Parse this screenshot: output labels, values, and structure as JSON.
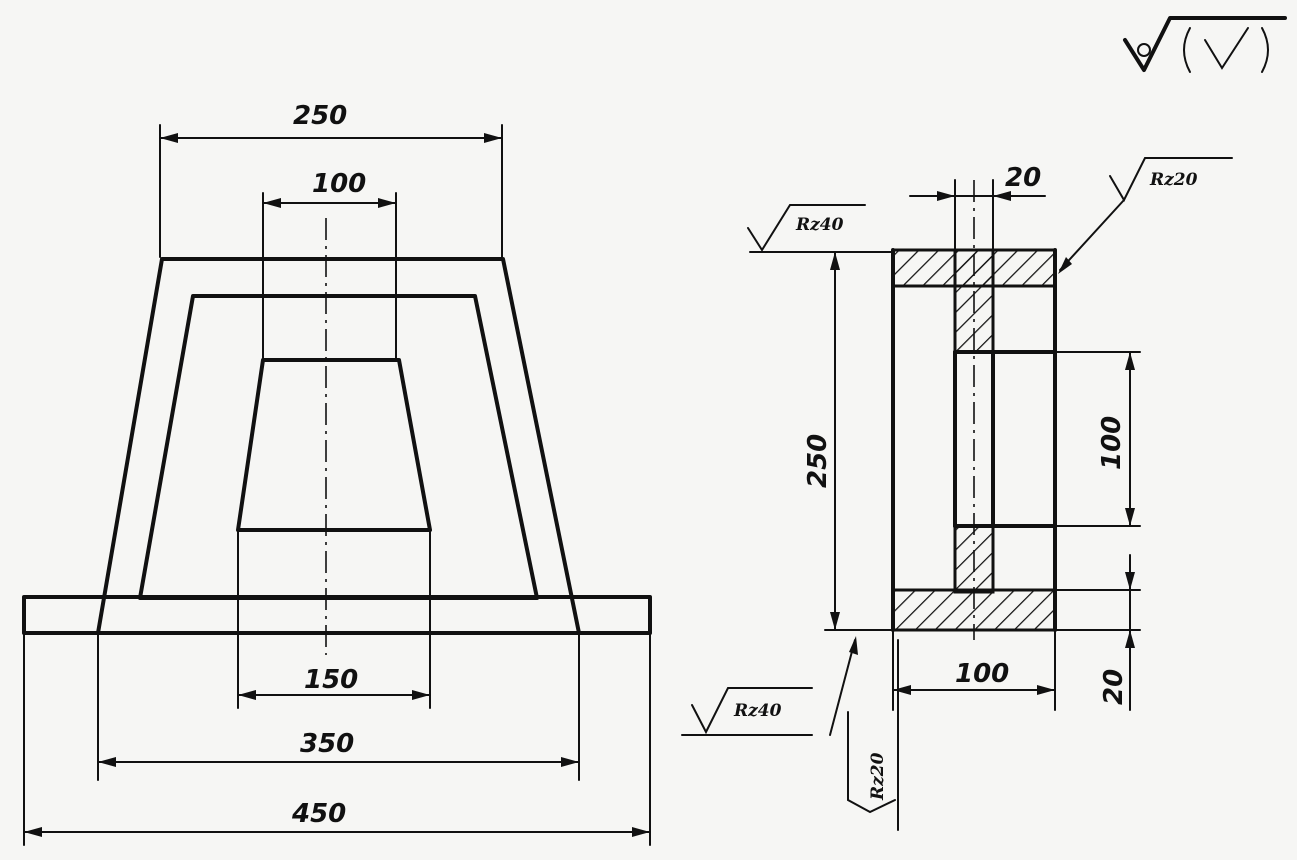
{
  "front_view": {
    "dims": {
      "top_width": "250",
      "slot_top_width": "100",
      "slot_bottom_width": "150",
      "inner_width": "350",
      "base_width": "450"
    }
  },
  "side_view": {
    "dims": {
      "height": "250",
      "web_thickness": "20",
      "slot_height": "100",
      "flange_thickness": "20",
      "depth": "100"
    },
    "roughness": {
      "top_left": "Rz40",
      "top_right": "Rz20",
      "bottom_left": "Rz40",
      "bottom_vertical": "Rz20"
    }
  },
  "general_roughness_symbol": "√(√)"
}
